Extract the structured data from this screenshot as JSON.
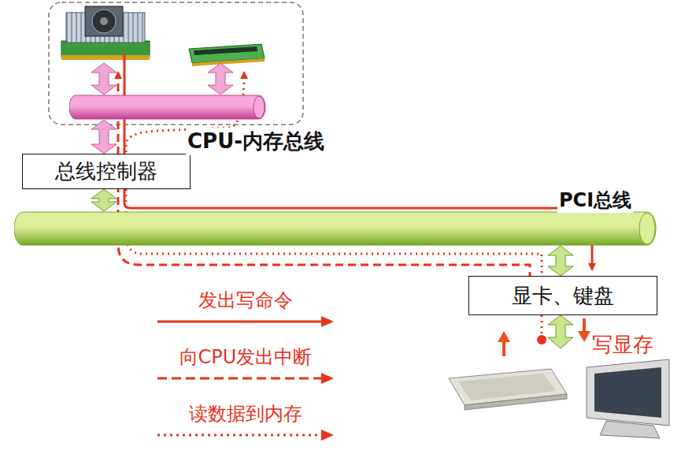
{
  "diagram": {
    "nodes": [
      {
        "text": [
          "CPU-内存总线"
        ]
      },
      {
        "text": [
          "总线控制器"
        ]
      },
      {
        "text": [
          "PCI总线"
        ]
      },
      {
        "text": [
          "显卡、键盘"
        ]
      }
    ],
    "edges": [
      {
        "from": 0,
        "to": 1,
        "arrow": "both"
      },
      {
        "from": 1,
        "to": 2,
        "arrow": "both"
      },
      {
        "from": 2,
        "to": 3,
        "arrow": "both"
      }
    ],
    "labels": [
      "写显存"
    ],
    "legend": [
      {
        "text": "发出写命令"
      },
      {
        "text": "向CPU发出中断"
      },
      {
        "text": "读数据到内存"
      }
    ]
  }
}
